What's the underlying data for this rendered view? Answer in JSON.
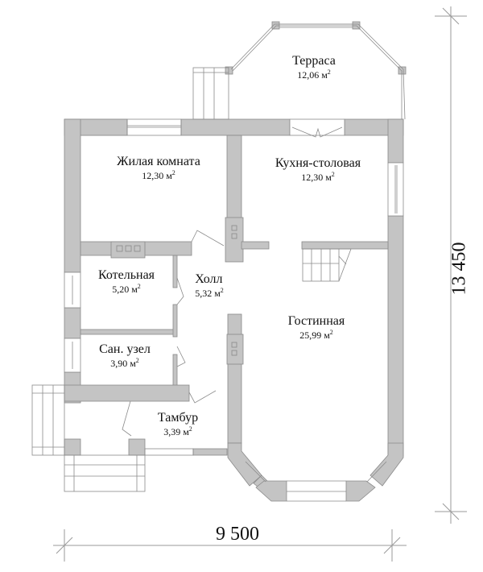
{
  "plan": {
    "wall_color": "#c4c4c4",
    "line_color": "#7a7a7a",
    "rooms": [
      {
        "id": "terrace",
        "name": "Терраса",
        "area": "12,06 м",
        "unit_sup": "2"
      },
      {
        "id": "living-room",
        "name": "Жилая комната",
        "area": "12,30 м",
        "unit_sup": "2"
      },
      {
        "id": "kitchen-dining",
        "name": "Кухня-столовая",
        "area": "12,30 м",
        "unit_sup": "2"
      },
      {
        "id": "boiler-room",
        "name": "Котельная",
        "area": "5,20 м",
        "unit_sup": "2"
      },
      {
        "id": "hall",
        "name": "Холл",
        "area": "5,32 м",
        "unit_sup": "2"
      },
      {
        "id": "bathroom",
        "name": "Сан. узел",
        "area": "3,90 м",
        "unit_sup": "2"
      },
      {
        "id": "lounge",
        "name": "Гостинная",
        "area": "25,99 м",
        "unit_sup": "2"
      },
      {
        "id": "vestibule",
        "name": "Тамбур",
        "area": "3,39 м",
        "unit_sup": "2"
      }
    ],
    "dimensions": {
      "width": "9 500",
      "height": "13 450"
    }
  }
}
